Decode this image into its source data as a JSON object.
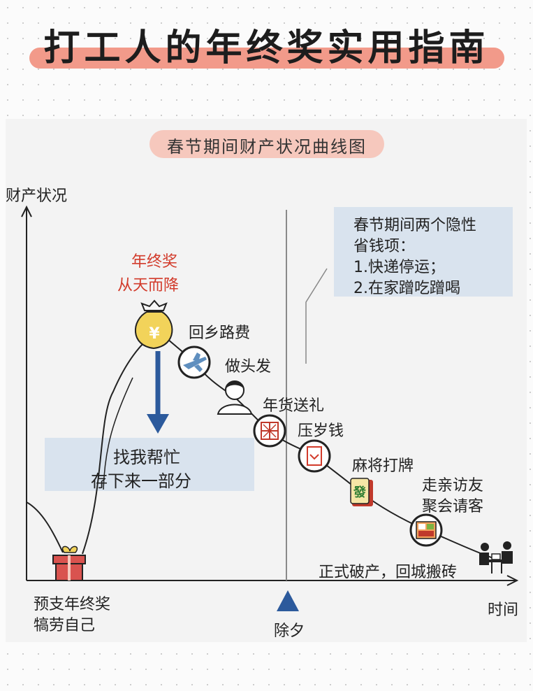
{
  "title": "打工人的年终奖实用指南",
  "subtitle": "春节期间财产状况曲线图",
  "axes": {
    "y_label": "财产状况",
    "x_label": "时间",
    "marker_label": "除夕"
  },
  "top_annotation": [
    "年终奖",
    "从天而降"
  ],
  "savings_box": [
    "找我帮忙",
    "存下来一部分"
  ],
  "hidden_savings": {
    "lines": [
      "春节期间两个隐性",
      "省钱项：",
      "1.快递停运；",
      "2.在家蹭吃蹭喝"
    ]
  },
  "events": [
    {
      "label": "回乡路费",
      "icon": "airplane-icon"
    },
    {
      "label": "做头发",
      "icon": "woman-icon"
    },
    {
      "label": "年货送礼",
      "icon": "gift-box-icon"
    },
    {
      "label": "压岁钱",
      "icon": "red-envelope-icon"
    },
    {
      "label": "麻将打牌",
      "icon": "mahjong-tile-icon",
      "tile_text": "發"
    },
    {
      "label": [
        "走亲访友",
        "聚会请客"
      ],
      "icon": "lunchbox-icon"
    },
    {
      "label": "正式破产，回城搬砖",
      "icon": "office-workers-icon"
    }
  ],
  "bottom_left": [
    "预支年终奖",
    "犒劳自己"
  ],
  "money_bag_symbol": "¥",
  "colors": {
    "title_highlight": "#f29a8a",
    "subtitle_highlight": "#f6c8bd",
    "red_text": "#d23b2b",
    "arrow_blue": "#2c5a9c",
    "box_blue": "#d9e3ee",
    "money_bag": "#f2d35a"
  }
}
